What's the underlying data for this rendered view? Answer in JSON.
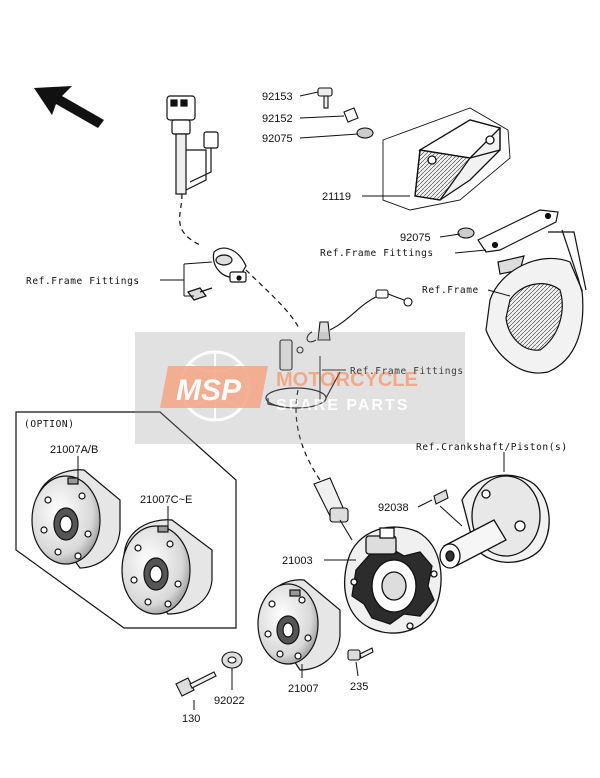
{
  "diagram": {
    "part_numbers": {
      "p92153": "92153",
      "p92152": "92152",
      "p92075a": "92075",
      "p21119": "21119",
      "p92075b": "92075",
      "p21007ab": "21007A/B",
      "p21007ce": "21007C~E",
      "p92038": "92038",
      "p21003": "21003",
      "p92022": "92022",
      "p21007": "21007",
      "p235": "235",
      "p130": "130"
    },
    "references": {
      "frame_fittings_left": "Ref.Frame Fittings",
      "frame_fittings_top": "Ref.Frame Fittings",
      "frame": "Ref.Frame",
      "frame_fittings_mid": "Ref.Frame Fittings",
      "crankshaft": "Ref.Crankshaft/Piston(s)"
    },
    "option_label": "(OPTION)"
  },
  "watermark": {
    "logo": "MSP",
    "line1": "MOTORCYCLE",
    "line2": "SPARE PARTS"
  }
}
